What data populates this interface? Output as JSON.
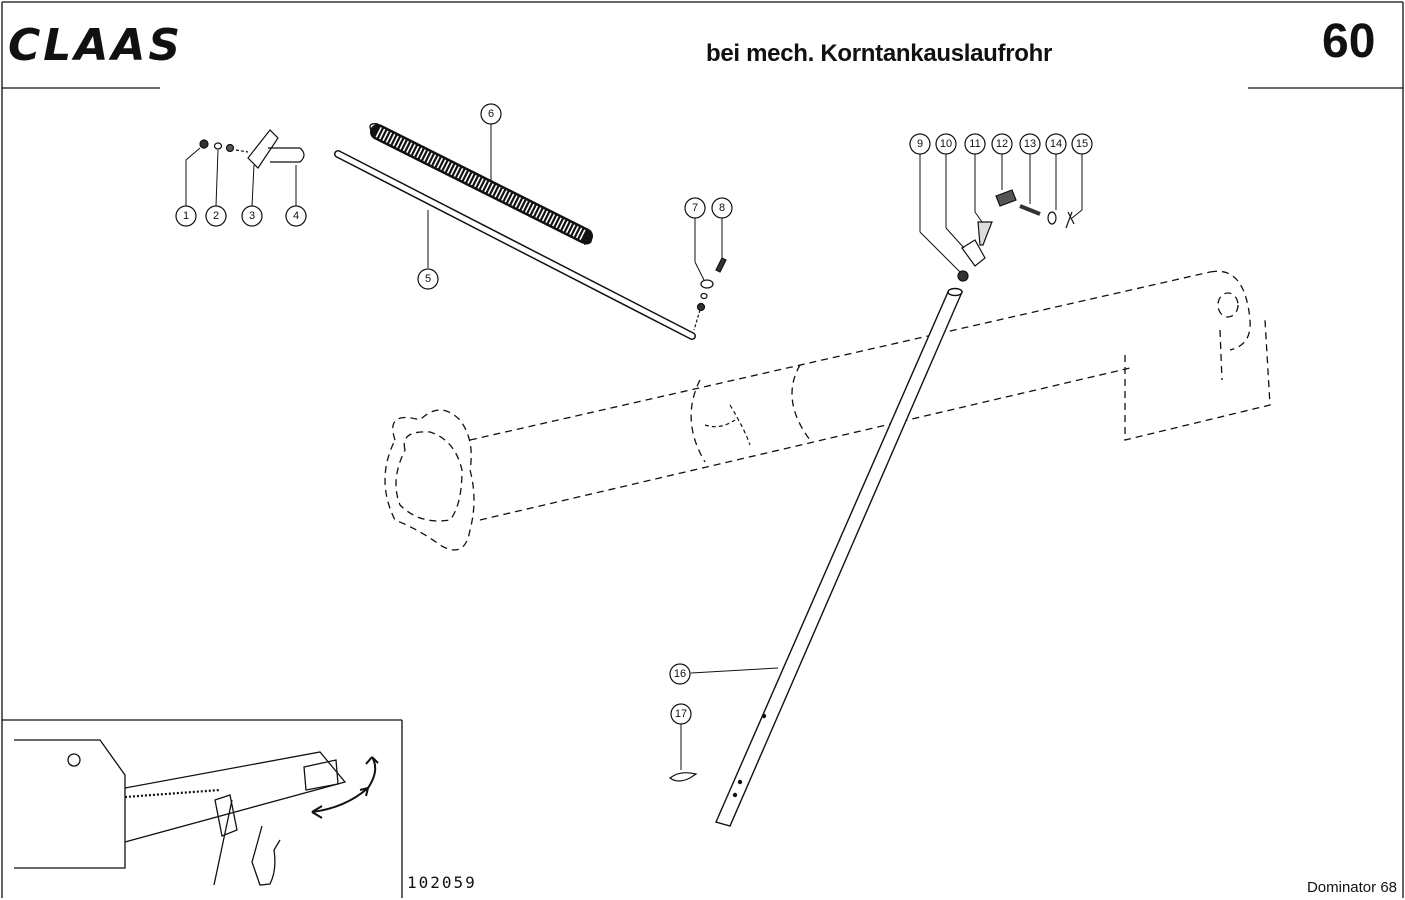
{
  "header": {
    "brand": "CLAAS",
    "title": "bei mech. Korntankauslaufrohr",
    "page_number": "60"
  },
  "footer": {
    "drawing_number": "102059",
    "model": "Dominator 68"
  },
  "callouts": [
    "1",
    "2",
    "3",
    "4",
    "5",
    "6",
    "7",
    "8",
    "9",
    "10",
    "11",
    "12",
    "13",
    "14",
    "15",
    "16",
    "17"
  ]
}
